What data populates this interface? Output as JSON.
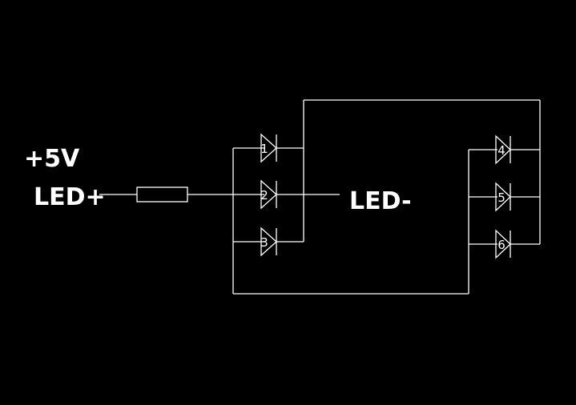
{
  "labels": {
    "supply": "+5V",
    "led_plus": "LED+",
    "led_minus": "LED-"
  },
  "leds": [
    "1",
    "2",
    "3",
    "4",
    "5",
    "6"
  ],
  "colors": {
    "background": "#000000",
    "line": "#ffffff"
  }
}
